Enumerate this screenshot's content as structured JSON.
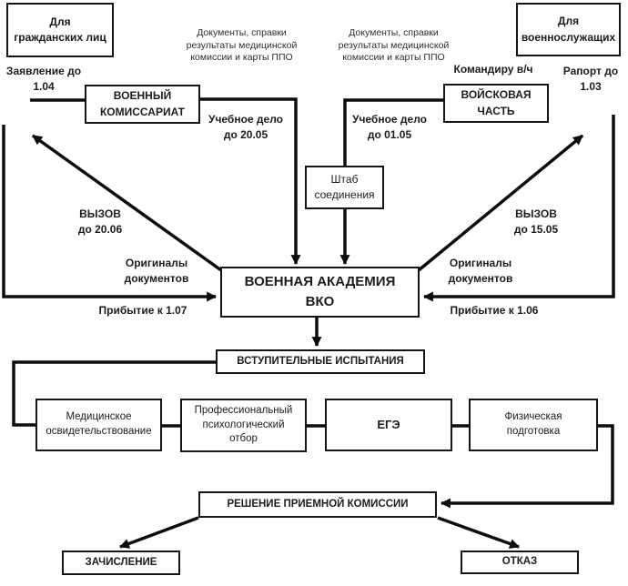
{
  "diagram_colors": {
    "line": "#0d0d0d",
    "box_border": "#141414",
    "background": "#ffffff",
    "text": "#1c1c1c"
  },
  "nodes": {
    "civil": "Для\nгражданских лиц",
    "military": "Для\nвоеннослужащих",
    "commissariat": "ВОЕННЫЙ\nКОМИССАРИАТ",
    "unit": "ВОЙСКОВАЯ\nЧАСТЬ",
    "hq": "Штаб\nсоединения",
    "academy": "ВОЕННАЯ АКАДЕМИЯ\nВКО",
    "exams": "ВСТУПИТЕЛЬНЫЕ ИСПЫТАНИЯ",
    "medical": "Медицинское\nосвидетельствование",
    "psych": "Профессиональный\nпсихологический\nотбор",
    "ege": "ЕГЭ",
    "physical": "Физическая\nподготовка",
    "decision": "РЕШЕНИЕ ПРИЕМНОЙ КОМИССИИ",
    "enroll": "ЗАЧИСЛЕНИЕ",
    "refusal": "ОТКАЗ"
  },
  "labels": {
    "application": "Заявление до\n1.04",
    "report": "Рапорт до\n1.03",
    "commander": "Командиру в/ч",
    "docs_left": "Документы, справки\nрезультаты медицинской\nкомиссии и карты ППО",
    "docs_right": "Документы, справки\nрезультаты медицинской\nкомиссии и карты ППО",
    "case_left": "Учебное дело\nдо 20.05",
    "case_right": "Учебное дело\nдо 01.05",
    "call_left": "ВЫЗОВ\nдо 20.06",
    "call_right": "ВЫЗОВ\nдо 15.05",
    "originals_left": "Оригиналы\nдокументов",
    "originals_right": "Оригиналы\nдокументов",
    "arrival_left": "Прибытие к 1.07",
    "arrival_right": "Прибытие к 1.06"
  }
}
